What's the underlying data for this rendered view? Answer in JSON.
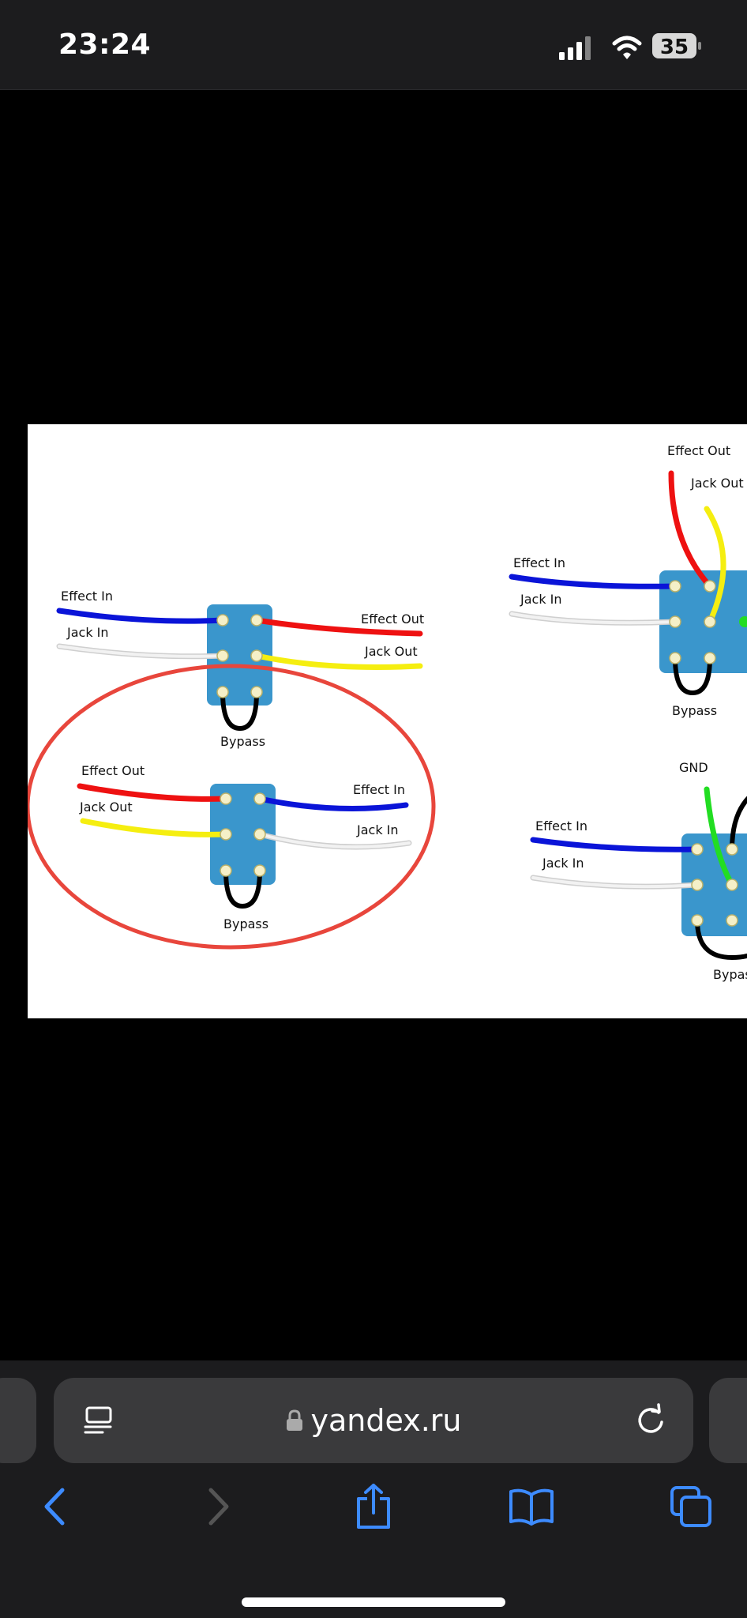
{
  "status_bar": {
    "time": "23:24",
    "battery": "35",
    "icons": [
      "signal-icon",
      "wifi-icon",
      "battery-icon"
    ]
  },
  "diagram": {
    "left_top": {
      "effect_in": "Effect In",
      "jack_in": "Jack In",
      "effect_out": "Effect Out",
      "jack_out": "Jack Out",
      "bypass": "Bypass"
    },
    "left_bottom": {
      "effect_out": "Effect Out",
      "jack_out": "Jack Out",
      "effect_in": "Effect In",
      "jack_in": "Jack In",
      "bypass": "Bypass"
    },
    "right_top": {
      "effect_out": "Effect Out",
      "jack_out": "Jack Out",
      "effect_in": "Effect In",
      "jack_in": "Jack In",
      "bypass": "Bypass"
    },
    "right_bottom": {
      "gnd": "GND",
      "effect_in": "Effect In",
      "jack_in": "Jack In",
      "bypass": "Bypas"
    },
    "colors": {
      "effect_in": "#0a14d8",
      "effect_out": "#ee1111",
      "jack_in": "#f0f0f0",
      "jack_out": "#f5ee10",
      "gnd": "#22dd22",
      "bypass": "#000000",
      "switch": "#3a96cc",
      "highlight": "#e8463c"
    }
  },
  "toolbar": {
    "url": "yandex.ru",
    "reader_icon": "reader-icon",
    "lock_icon": "lock-icon",
    "reload_icon": "reload-icon",
    "nav": [
      "back-icon",
      "forward-icon",
      "share-icon",
      "bookmarks-icon",
      "tabs-icon"
    ]
  }
}
